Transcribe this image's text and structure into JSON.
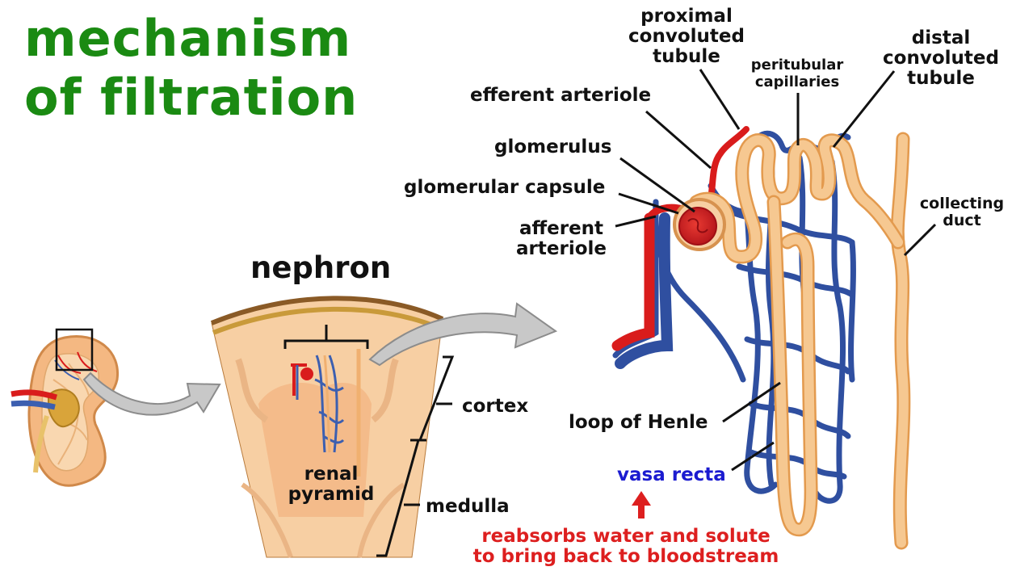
{
  "title": {
    "line1": "mechanism",
    "line2": "of filtration"
  },
  "labels": {
    "nephron": "nephron",
    "cortex": "cortex",
    "medulla": "medulla",
    "renal_pyramid_1": "renal",
    "renal_pyramid_2": "pyramid",
    "proximal_1": "proximal",
    "proximal_2": "convoluted",
    "proximal_3": "tubule",
    "peritubular_1": "peritubular",
    "peritubular_2": "capillaries",
    "distal_1": "distal",
    "distal_2": "convoluted",
    "distal_3": "tubule",
    "efferent": "efferent arteriole",
    "glomerulus": "glomerulus",
    "glomerular_capsule": "glomerular capsule",
    "afferent_1": "afferent",
    "afferent_2": "arteriole",
    "collecting_1": "collecting",
    "collecting_2": "duct",
    "loop_of_henle": "loop of Henle",
    "vasa_recta": "vasa recta",
    "reabsorb_1": "reabsorbs water and solute",
    "reabsorb_2": "to bring back to bloodstream"
  },
  "colors": {
    "title_green": "#1a8a12",
    "artery_red": "#d91c1c",
    "vein_blue": "#3c5fb0",
    "tubule_orange": "#f4c285",
    "tubule_outline": "#e39a4e",
    "kidney_tissue": "#f7cfa3",
    "arrow_gray": "#c8c8c8",
    "vasa_recta_text": "#1b1bd0",
    "note_red": "#dd1f1f"
  }
}
